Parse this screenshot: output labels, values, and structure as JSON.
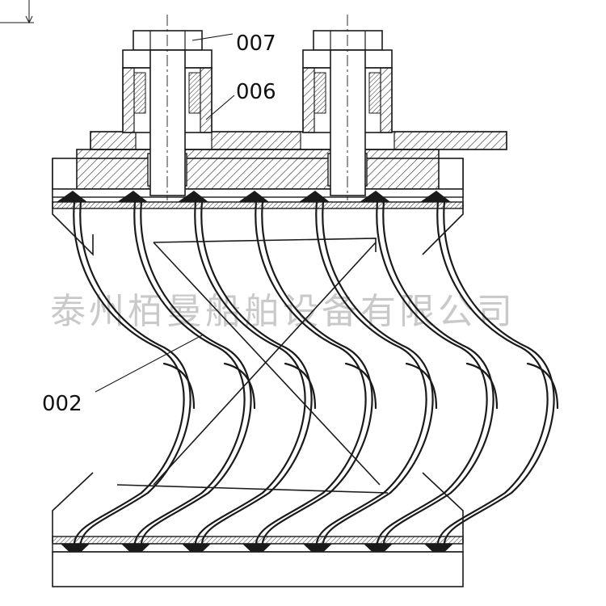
{
  "labels": {
    "part_007": "007",
    "part_006": "006",
    "part_002": "002"
  },
  "watermark": "泰州栢曼船舶设备有限公司",
  "colors": {
    "line": "#1a1a1a",
    "watermark": "#c9c9c9",
    "background": "#ffffff"
  }
}
